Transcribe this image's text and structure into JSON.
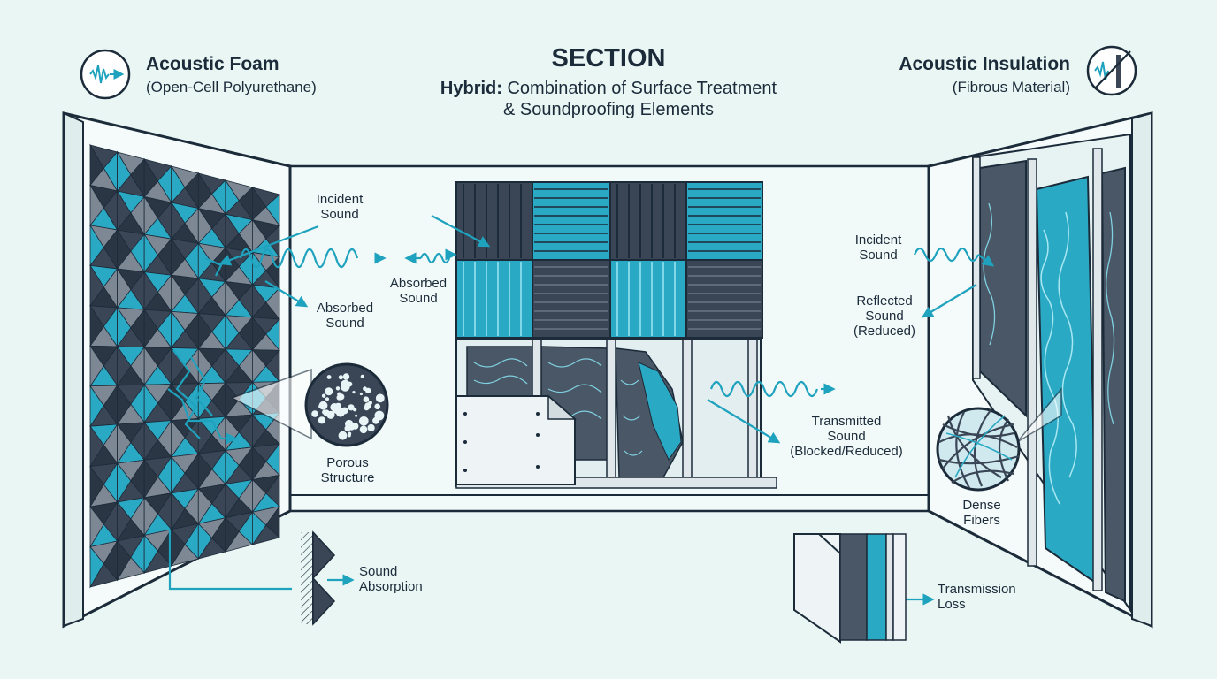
{
  "header": {
    "title": "SECTION",
    "subtitle_bold": "Hybrid:",
    "subtitle_rest": "Combination of Surface Treatment",
    "subtitle_line2": "& Soundproofing Elements"
  },
  "left_panel": {
    "title": "Acoustic Foam",
    "subtitle": "(Open-Cell Polyurethane)",
    "icon": "sound-wave-arrow-icon"
  },
  "right_panel": {
    "title": "Acoustic Insulation",
    "subtitle": "(Fibrous Material)",
    "icon": "sound-blocked-icon"
  },
  "labels": {
    "incident_left_1": "Incident",
    "incident_left_2": "Sound",
    "absorbed_left_1": "Absorbed",
    "absorbed_left_2": "Sound",
    "absorbed_center_1": "Absorbed",
    "absorbed_center_2": "Sound",
    "porous_1": "Porous",
    "porous_2": "Structure",
    "absorption_1": "Sound",
    "absorption_2": "Absorption",
    "incident_right_1": "Incident",
    "incident_right_2": "Sound",
    "reflected_1": "Reflected",
    "reflected_2": "Sound",
    "reflected_3": "(Reduced)",
    "transmitted_1": "Transmitted",
    "transmitted_2": "Sound",
    "transmitted_3": "(Blocked/Reduced)",
    "dense_1": "Dense",
    "dense_2": "Fibers",
    "loss_1": "Transmission",
    "loss_2": "Loss"
  },
  "colors": {
    "background": "#e9f6f4",
    "outline": "#1c2b3a",
    "foam_dark": "#3a4656",
    "foam_teal": "#2aa9c4",
    "foam_grey": "#7d8894",
    "accent": "#1ea2bd"
  }
}
